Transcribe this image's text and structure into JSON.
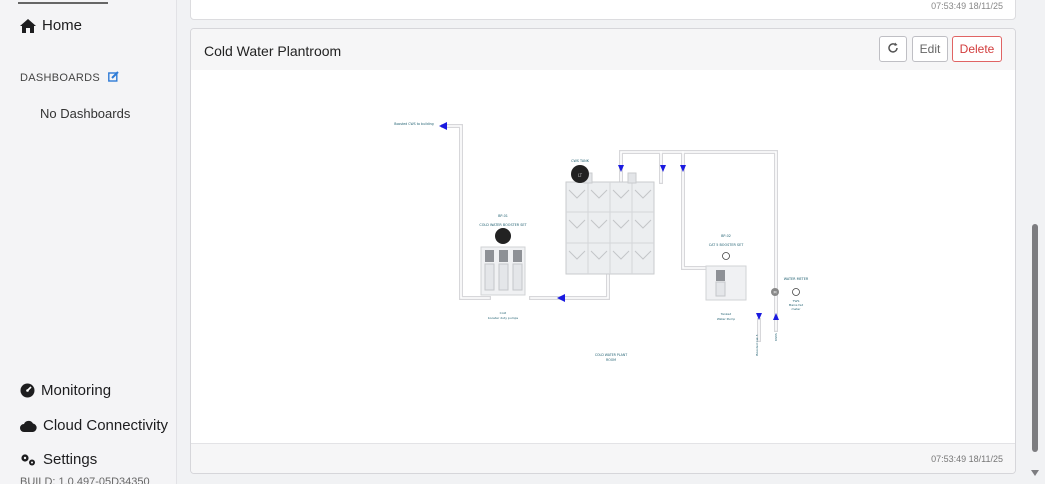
{
  "sidebar": {
    "home_label": "Home",
    "dashboards_title": "DASHBOARDS",
    "empty_message": "No Dashboards",
    "monitoring_label": "Monitoring",
    "cloud_label": "Cloud Connectivity",
    "settings_label": "Settings",
    "build_label": "BUILD: 1.0.497-05D34350"
  },
  "top_card": {
    "timestamp": "07:53:49 18/11/25"
  },
  "card": {
    "title": "Cold Water Plantroom",
    "edit_label": "Edit",
    "delete_label": "Delete",
    "footer_timestamp": "07:53:49 18/11/25"
  },
  "diagram": {
    "boosted_label": "Boosted CWS to building",
    "tank_label": "CWS TANK",
    "bp01_tag": "BP-01",
    "bp01_name": "COLD WATER BOOSTER SET",
    "bp01_sub1": "Cold",
    "bp01_sub2": "booster duty pumps",
    "bp02_tag": "BP-02",
    "bp02_name": "CAT 5 BOOSTER SET",
    "bp02_sub1": "Tanked",
    "bp02_sub2": "Water Pump",
    "meter_title": "WATER METER",
    "meter_sub1": "TWS",
    "meter_sub2": "Mains fed",
    "meter_sub3": "meter",
    "boosted_cat5_label": "Boosted Cat 5",
    "mains_label": "MWS",
    "room_label_line1": "COLD WATER PLANT",
    "room_label_line2": "ROOM"
  },
  "colors": {
    "accent_delete": "#d23c3c",
    "flow_arrow": "#1a1ae0",
    "pipe": "#d7d7da",
    "diagram_text": "#1f5f70"
  }
}
